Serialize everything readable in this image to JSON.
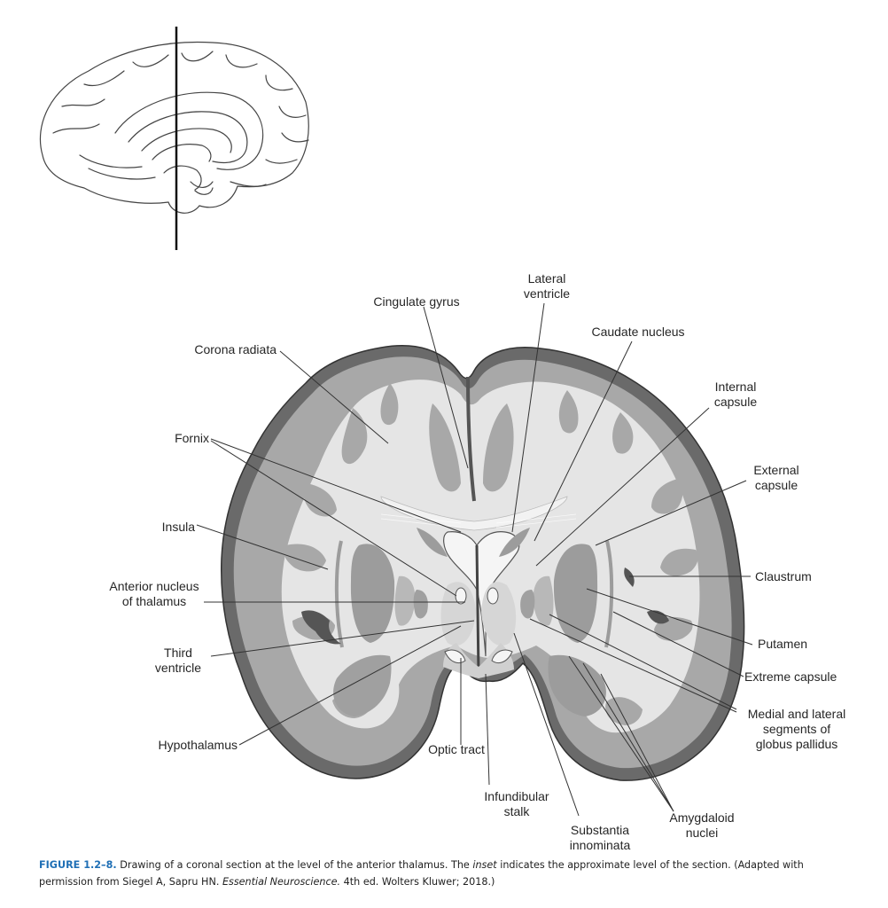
{
  "labels": {
    "lateral_ventricle": "Lateral\nventricle",
    "cingulate_gyrus": "Cingulate gyrus",
    "caudate_nucleus": "Caudate nucleus",
    "corona_radiata": "Corona radiata",
    "internal_capsule": "Internal\ncapsule",
    "fornix": "Fornix",
    "external_capsule": "External\ncapsule",
    "insula": "Insula",
    "claustrum": "Claustrum",
    "anterior_nucleus": "Anterior nucleus\nof thalamus",
    "putamen": "Putamen",
    "third_ventricle": "Third\nventricle",
    "extreme_capsule": "Extreme capsule",
    "globus_pallidus": "Medial and lateral\nsegments of\nglobus pallidus",
    "hypothalamus": "Hypothalamus",
    "optic_tract": "Optic tract",
    "infundibular_stalk": "Infundibular\nstalk",
    "substantia_innominata": "Substantia\ninnominata",
    "amygdaloid_nuclei": "Amygdaloid\nnuclei"
  },
  "caption": {
    "figure_number": "FIGURE 1.2–8.",
    "text_1": " Drawing of a coronal section at the level of the anterior thalamus. The ",
    "inset_word": "inset",
    "text_2": " indicates the approximate level of the section. (Adapted with permission from Siegel A, Sapru HN. ",
    "book_title": "Essential Neuroscience.",
    "text_3": " 4th ed. Wolters Kluwer; 2018.)"
  },
  "colors": {
    "gray_matter": "#a9a9a9",
    "white_matter": "#e6e6e6",
    "deep_nuclei": "#9c9c9c",
    "outline": "#3a3a3a",
    "caption_accent": "#1f6fb5"
  }
}
